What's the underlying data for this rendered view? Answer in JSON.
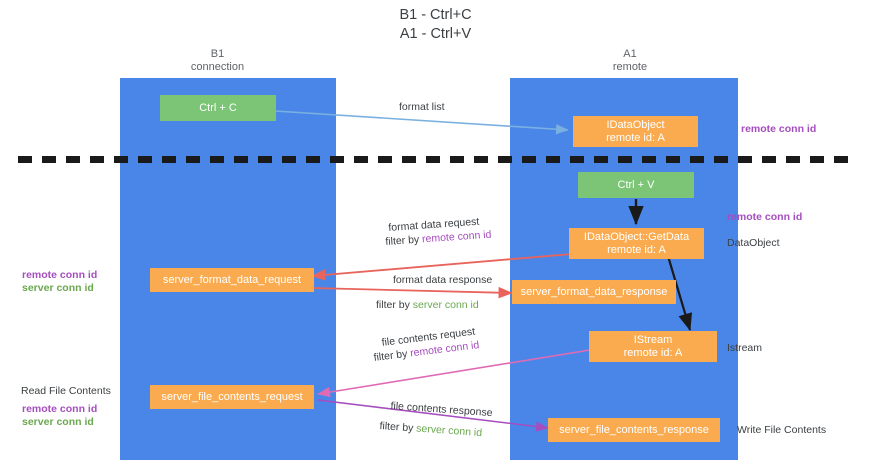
{
  "title": "B1 - Ctrl+C\nA1 - Ctrl+V",
  "colors": {
    "lane": "#4a86e8",
    "box_orange": "#fbab4f",
    "box_green": "#7cc576",
    "remote_conn_id": "#a64dbf",
    "server_conn_id": "#6aa84f",
    "arrow_blue": "#7ab0e0",
    "arrow_red": "#e8645c",
    "arrow_pink": "#e06bb5",
    "arrow_purple": "#a64dbf",
    "arrow_black": "#1a1a1a",
    "divider": "#1a1a1a"
  },
  "columns": [
    {
      "name": "B1",
      "role": "connection",
      "label": "B1\nconnection"
    },
    {
      "name": "A1",
      "role": "remote",
      "label": "A1\nremote"
    }
  ],
  "boxes": {
    "ctrl_c": "Ctrl + C",
    "ctrl_v": "Ctrl + V",
    "idataobject": "IDataObject\nremote id: A",
    "idataobject_getdata": "IDataObject::GetData\nremote id: A",
    "server_format_data_request": "server_format_data_request",
    "server_format_data_response": "server_format_data_response",
    "istream": "IStream\nremote id: A",
    "server_file_contents_request": "server_file_contents_request",
    "server_file_contents_response": "server_file_contents_response"
  },
  "arrow_labels": {
    "format_list": "format list",
    "format_data_request": "format data request",
    "format_data_request_filter_prefix": "filter by ",
    "format_data_request_filter_value": "remote conn id",
    "format_data_response": "format data response",
    "format_data_response_filter_prefix": "filter by ",
    "format_data_response_filter_value": "server conn id",
    "file_contents_request": "file contents request",
    "file_contents_request_filter_prefix": "filter by ",
    "file_contents_request_filter_value": "remote conn id",
    "file_contents_response": "file contents response",
    "file_contents_response_filter_prefix": "filter by ",
    "file_contents_response_filter_value": "server conn id"
  },
  "annotations": {
    "right_remote_conn_id_top": "remote conn id",
    "right_remote_conn_id_mid": "remote conn id",
    "right_dataobject": "DataObject",
    "right_istream": "Istream",
    "right_write_file_contents": "Write File Contents",
    "left_remote_conn_id": "remote conn id",
    "left_server_conn_id": "server conn id",
    "left_read_file_contents": "Read File Contents",
    "left_bottom_remote_conn_id": "remote conn id",
    "left_bottom_server_conn_id": "server conn id"
  }
}
